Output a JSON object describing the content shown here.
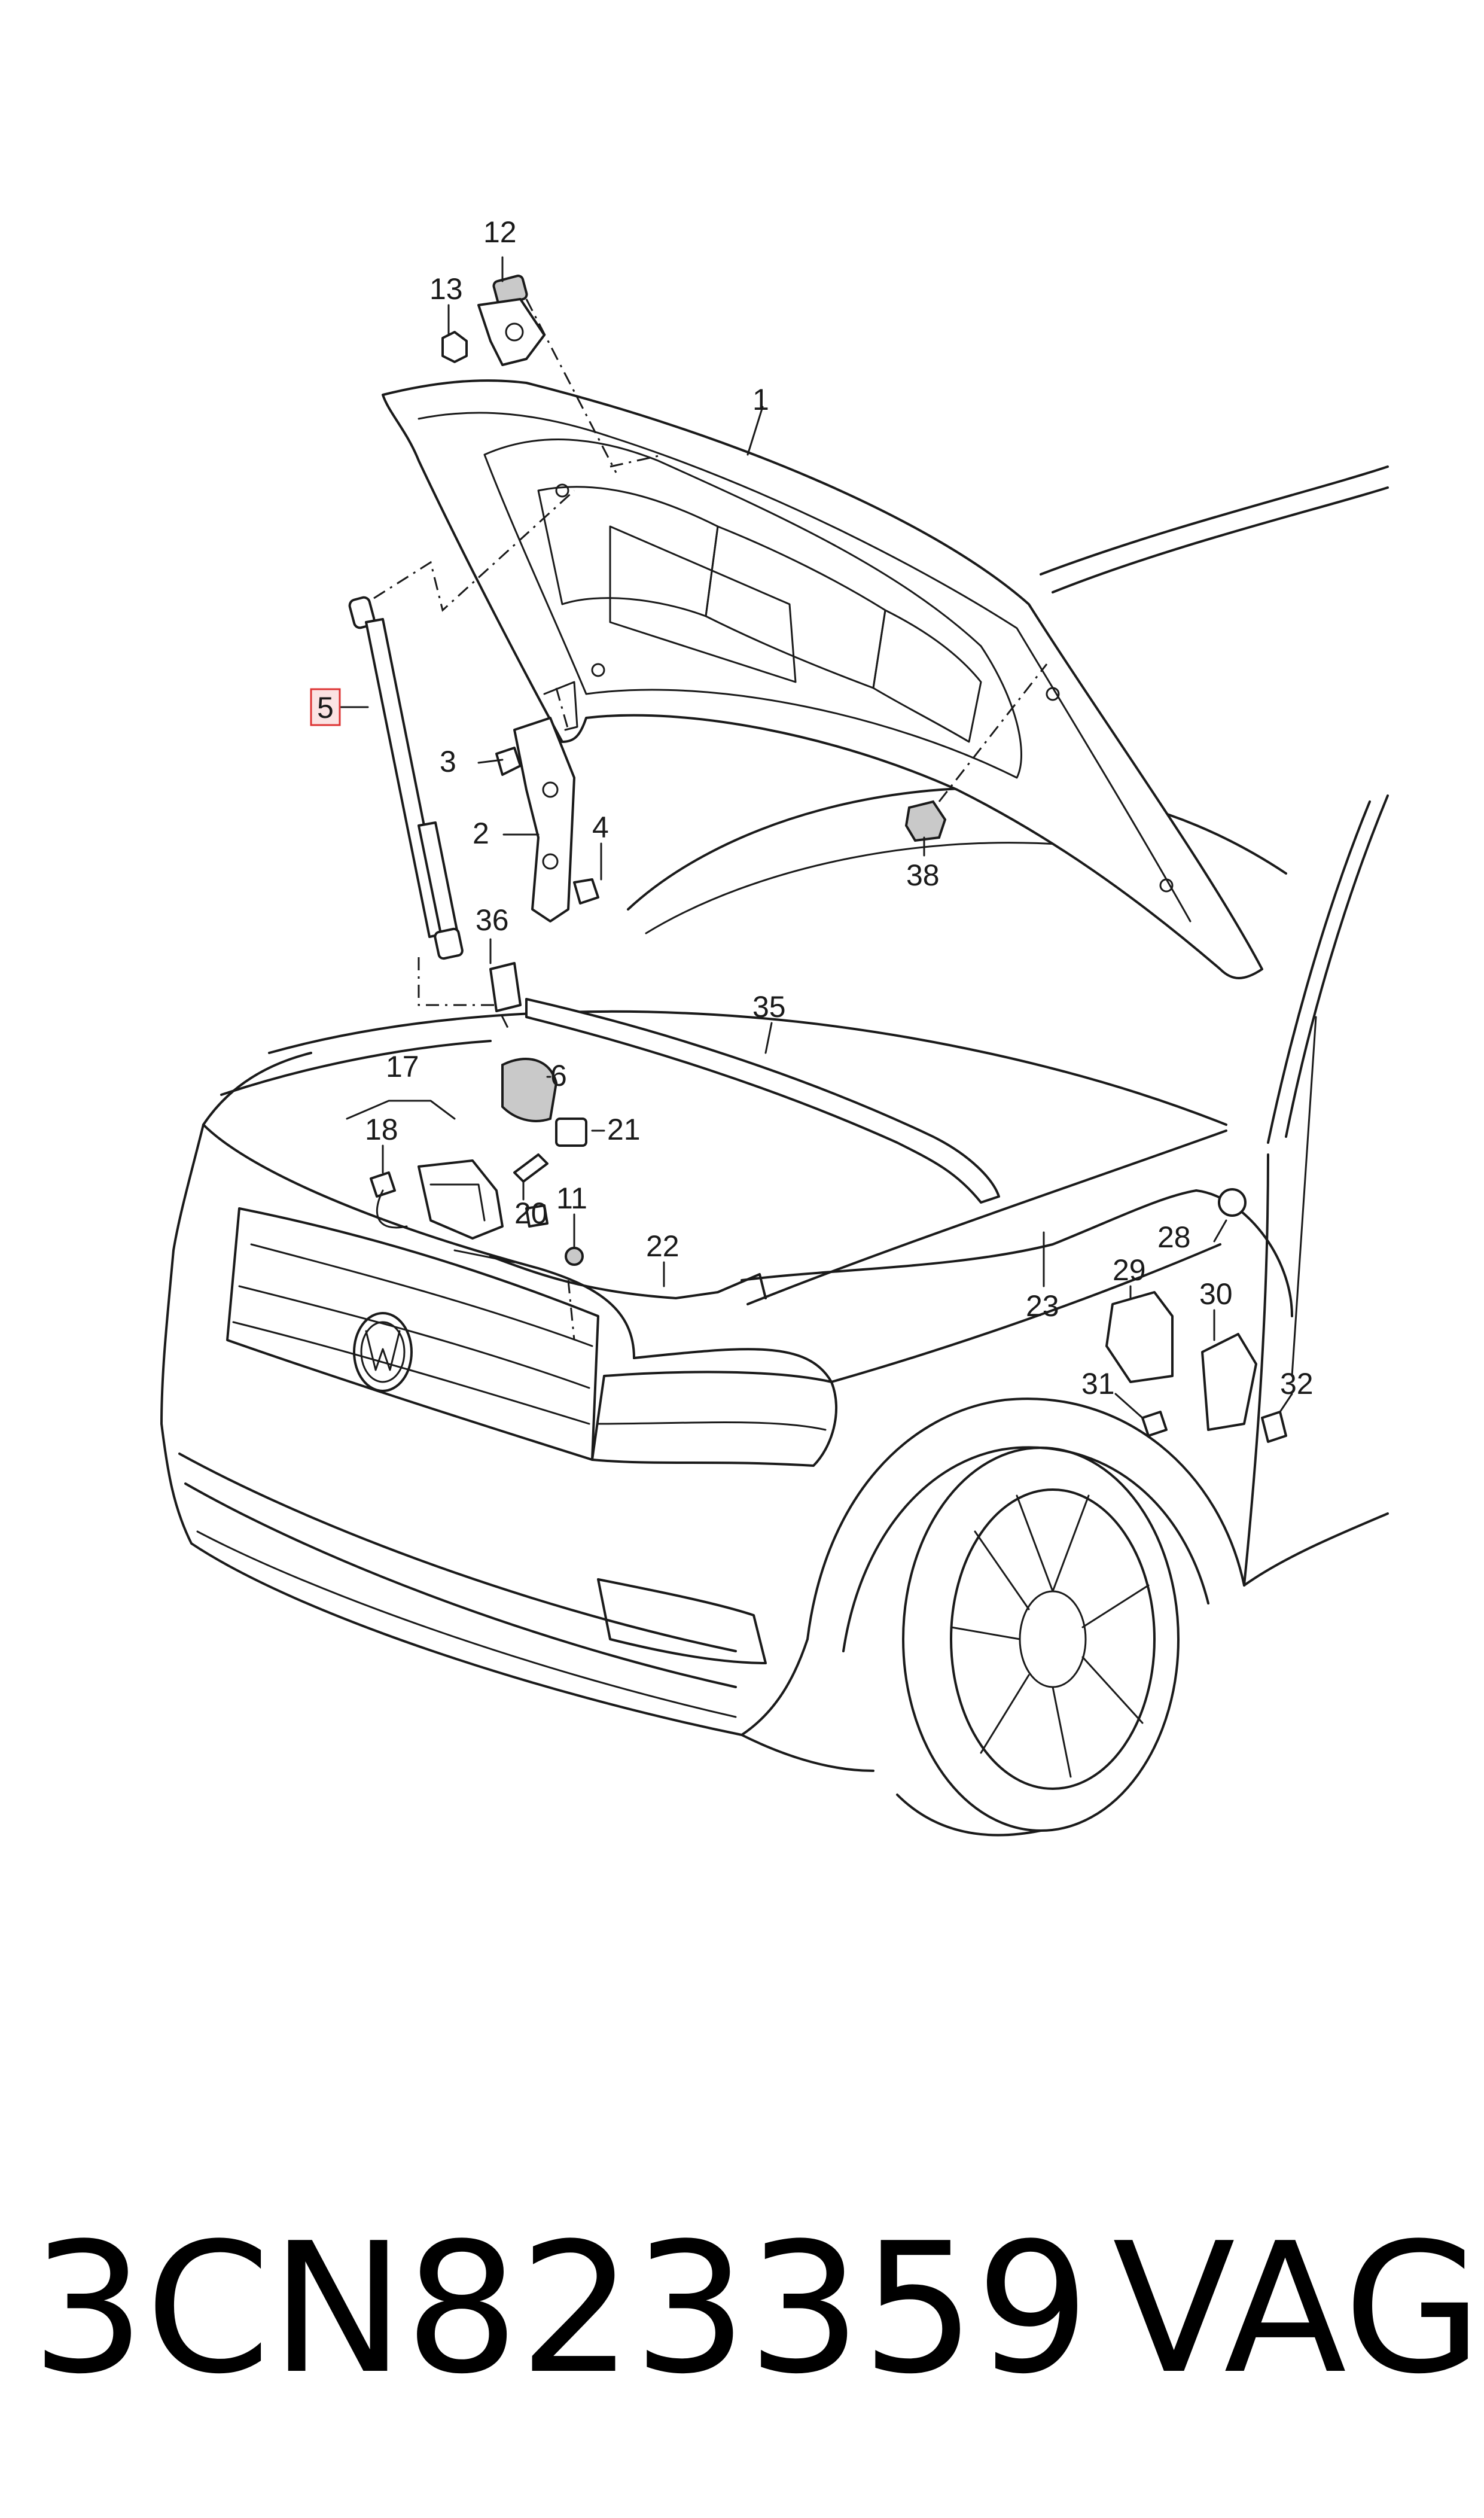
{
  "diagram": {
    "callouts": {
      "c1": "1",
      "c2": "2",
      "c3": "3",
      "c4": "4",
      "c5": "5",
      "c6": "6",
      "c11": "11",
      "c12": "12",
      "c13": "13",
      "c17": "17",
      "c18": "18",
      "c20": "20",
      "c21": "21",
      "c22": "22",
      "c23": "23",
      "c28": "28",
      "c29": "29",
      "c30": "30",
      "c31": "31",
      "c32": "32",
      "c35": "35",
      "c36": "36",
      "c38": "38"
    },
    "highlighted_callout": "5",
    "highlight_color": "#d33333"
  },
  "footer": {
    "part_number": "3CN823359",
    "brand": "VAG"
  }
}
